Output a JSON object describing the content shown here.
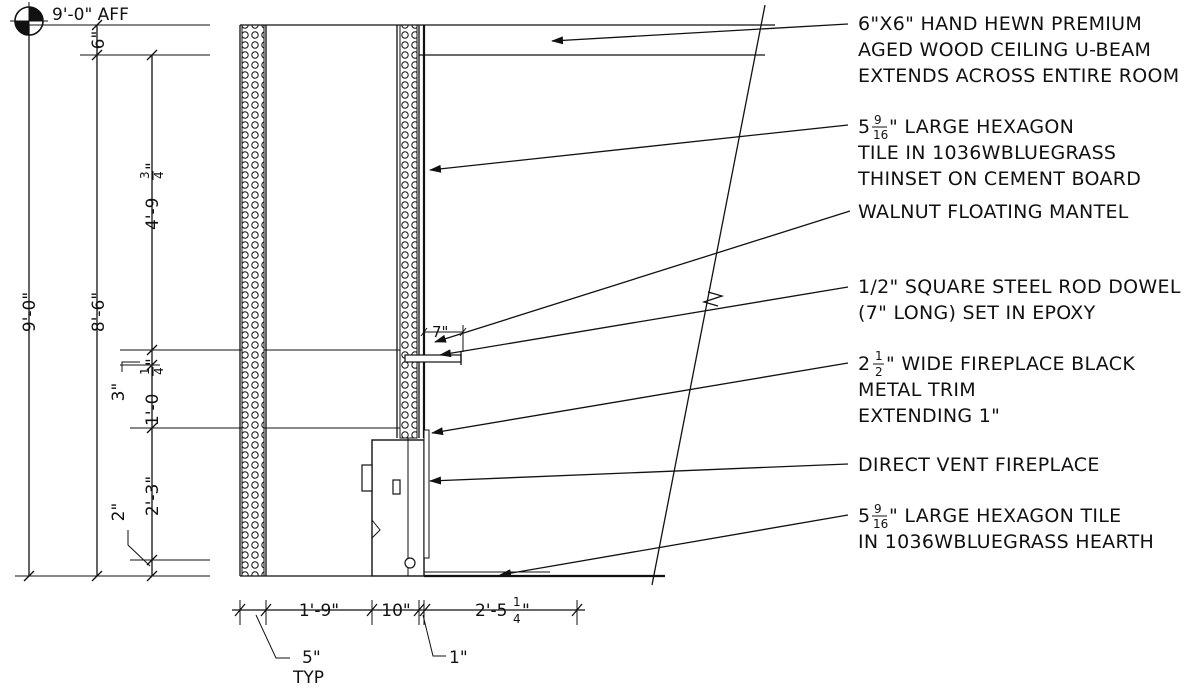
{
  "elevation": {
    "datum": "9'-0\" AFF"
  },
  "notes": {
    "beam": [
      "6\"X6\" HAND HEWN PREMIUM",
      "AGED WOOD CEILING U-BEAM",
      "EXTENDS ACROSS ENTIRE ROOM"
    ],
    "tile_wall": {
      "prefix": "5",
      "frac_num": "9",
      "frac_den": "16",
      "suffix": "\" LARGE HEXAGON",
      "lines": [
        "TILE IN 1036WBLUEGRASS",
        "THINSET ON CEMENT BOARD"
      ]
    },
    "mantel": [
      "WALNUT FLOATING MANTEL"
    ],
    "dowel": [
      "1/2\" SQUARE STEEL ROD DOWEL",
      "(7\" LONG) SET IN EPOXY"
    ],
    "trim": {
      "prefix": "2",
      "frac_num": "1",
      "frac_den": "2",
      "suffix": "\" WIDE FIREPLACE BLACK",
      "lines": [
        "METAL TRIM",
        "EXTENDING 1\""
      ]
    },
    "fireplace": [
      "DIRECT VENT FIREPLACE"
    ],
    "hearth": {
      "prefix": "5",
      "frac_num": "9",
      "frac_den": "16",
      "suffix": "\" LARGE HEXAGON TILE",
      "lines": [
        "IN 1036WBLUEGRASS HEARTH"
      ]
    }
  },
  "dimensions": {
    "total_height": "9'-0\"",
    "beam_depth": "6\"",
    "clear_height": "8'-6\"",
    "upper": {
      "main": "4'-9",
      "frac_num": "3",
      "frac_den": "4",
      "suffix": "\""
    },
    "mantel_zone": {
      "main": "1'-0",
      "frac_num": "1",
      "frac_den": "4",
      "suffix": "\""
    },
    "mantel_thk": "3\"",
    "lower": "2'-3\"",
    "hearth_thk": "2\"",
    "mantel_depth": "7\"",
    "wall_thk": "1'-9\"",
    "stud": "5\"",
    "stud_note": "TYP",
    "firebox": "10\"",
    "trim_ext": "1\"",
    "hearth_depth": {
      "main": "2'-5",
      "frac_num": "1",
      "frac_den": "4",
      "suffix": "\""
    }
  }
}
